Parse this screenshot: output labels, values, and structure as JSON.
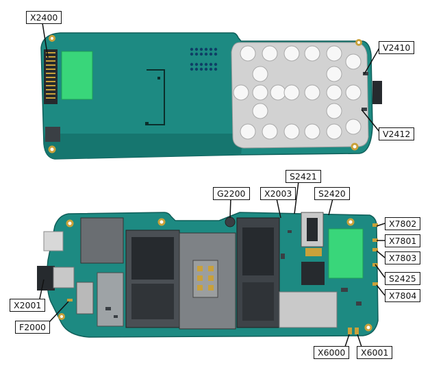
{
  "colors": {
    "pcb": "#1d8a82",
    "pcb_dark": "#126b65",
    "shield": "#c9c9c9",
    "gold": "#c9a13a",
    "silver": "#d8d8d8",
    "green_pad": "#39d67a",
    "chip": "#262a2e",
    "leader": "#111111"
  },
  "labels": {
    "x2400": "X2400",
    "v2410": "V2410",
    "v2412": "V2412",
    "g2200": "G2200",
    "x2003": "X2003",
    "s2421": "S2421",
    "s2420": "S2420",
    "x7802": "X7802",
    "x7801": "X7801",
    "x7803": "X7803",
    "s2425": "S2425",
    "x7804": "X7804",
    "x2001": "X2001",
    "f2000": "F2000",
    "x6000": "X6000",
    "x6001": "X6001"
  }
}
